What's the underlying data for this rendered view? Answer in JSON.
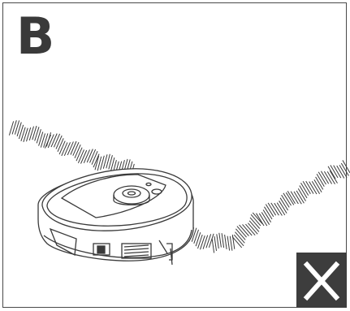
{
  "panel": {
    "letter": "B"
  },
  "illustration": {
    "subject": "robot-vacuum",
    "accessory": "side-brush-strip"
  },
  "badge": {
    "icon": "close-icon",
    "meaning": "incorrect",
    "color": "#3d3d3d"
  },
  "colors": {
    "line": "#3a3a3a",
    "frame": "#4a4a4a",
    "background": "#ffffff"
  }
}
